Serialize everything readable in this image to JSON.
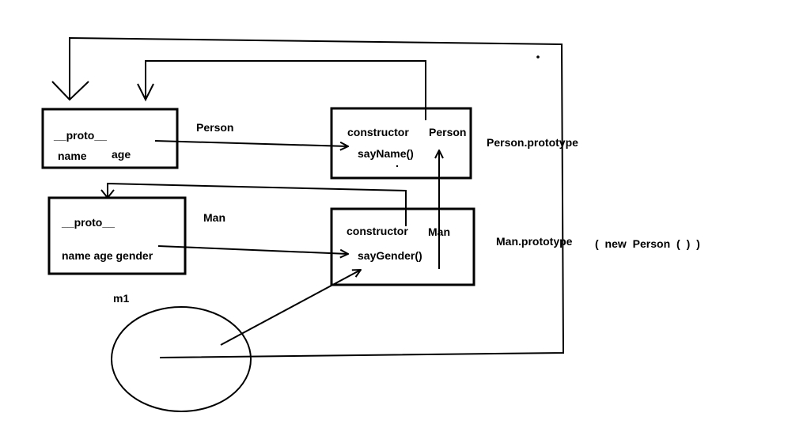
{
  "person_instance": {
    "proto_label": "__proto__",
    "prop_name": "name",
    "prop_age": "age",
    "caption": "Person"
  },
  "person_prototype": {
    "constructor_label": "constructor",
    "constructor_value": "Person",
    "method": "sayName()",
    "caption": "Person.prototype"
  },
  "man_instance": {
    "proto_label": "__proto__",
    "props": "name age gender",
    "caption": "Man"
  },
  "man_prototype": {
    "constructor_label": "constructor",
    "constructor_value": "Man",
    "method": "sayGender()",
    "caption": "Man.prototype",
    "note": "( new Person ( ) )"
  },
  "m1": {
    "caption": "m1"
  },
  "colors": {
    "ink": "#000000",
    "background": "#ffffff"
  }
}
